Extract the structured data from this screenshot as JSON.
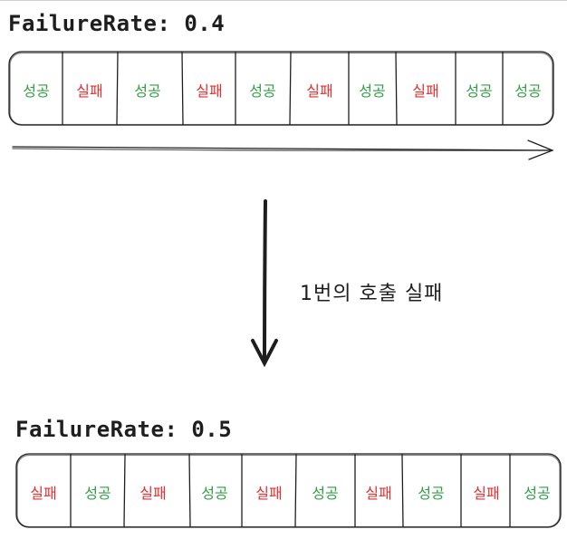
{
  "before": {
    "failure_rate_label": "FailureRate: 0.4",
    "window": [
      "성공",
      "실패",
      "성공",
      "실패",
      "성공",
      "실패",
      "성공",
      "실패",
      "성공",
      "성공"
    ]
  },
  "transition_caption": "1번의 호출 실패",
  "after": {
    "failure_rate_label": "FailureRate: 0.5",
    "window": [
      "실패",
      "성공",
      "실패",
      "성공",
      "실패",
      "성공",
      "실패",
      "성공",
      "실패",
      "성공"
    ]
  },
  "labels": {
    "success": "성공",
    "fail": "실패"
  },
  "colors": {
    "success": "#2f9e44",
    "fail": "#e03131",
    "stroke": "#1e1e1e"
  }
}
